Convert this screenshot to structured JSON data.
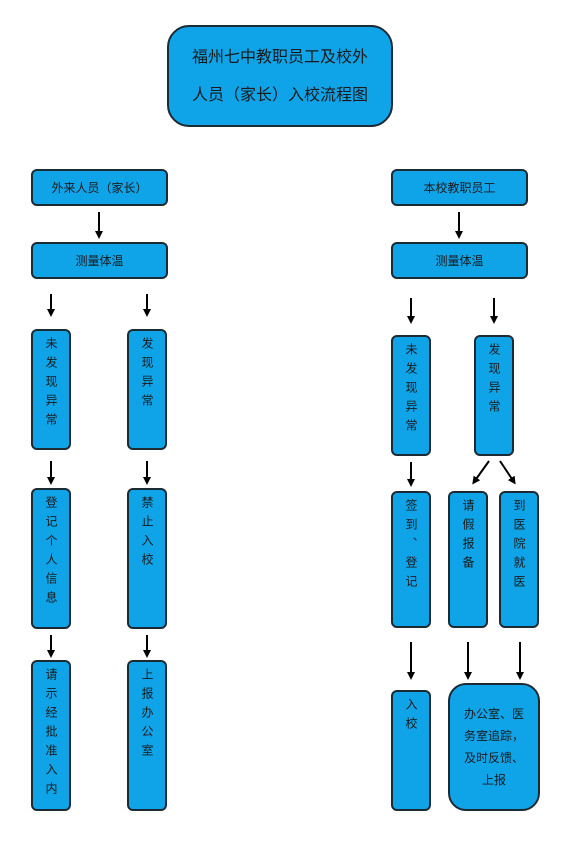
{
  "title": {
    "line1": "福州七中教职员工及校外",
    "line2": "人员（家长）入校流程图"
  },
  "left": {
    "header": "外来人员（家长）",
    "temp": "测量体温",
    "normal": "未发现异常",
    "abnormal": "发现异常",
    "register": "登记个人信息",
    "forbid": "禁止入校",
    "approve": "请示经批准入内",
    "report": "上报办公室"
  },
  "right": {
    "header": "本校教职员工",
    "temp": "测量体温",
    "normal": "未发现异常",
    "abnormal": "发现异常",
    "signin": "签到、登记",
    "leave": "请假报备",
    "hospital": "到医院就医",
    "enter": "入校",
    "followup": {
      "line1": "办公室、医",
      "line2": "务室追踪，",
      "line3": "及时反馈、",
      "line4": "上报"
    }
  },
  "colors": {
    "box_fill": "#0fa4e8",
    "box_border": "#1c2a33",
    "arrow": "#000000"
  }
}
